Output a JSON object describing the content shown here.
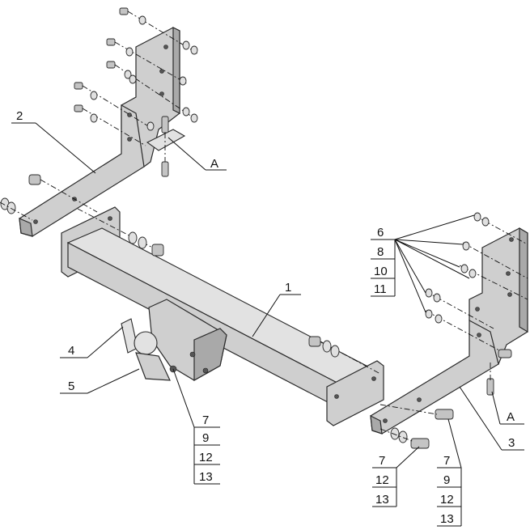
{
  "labels": {
    "part1": "1",
    "part2": "2",
    "part3": "3",
    "part4": "4",
    "part5": "5",
    "detailA_left": "A",
    "detailA_right": "A"
  },
  "stack_right_top": [
    "6",
    "8",
    "10",
    "11"
  ],
  "stack_ball": [
    "7",
    "9",
    "12",
    "13"
  ],
  "stack_bottom_left": [
    "7",
    "12",
    "13"
  ],
  "stack_bottom_right": [
    "7",
    "9",
    "12",
    "13"
  ]
}
